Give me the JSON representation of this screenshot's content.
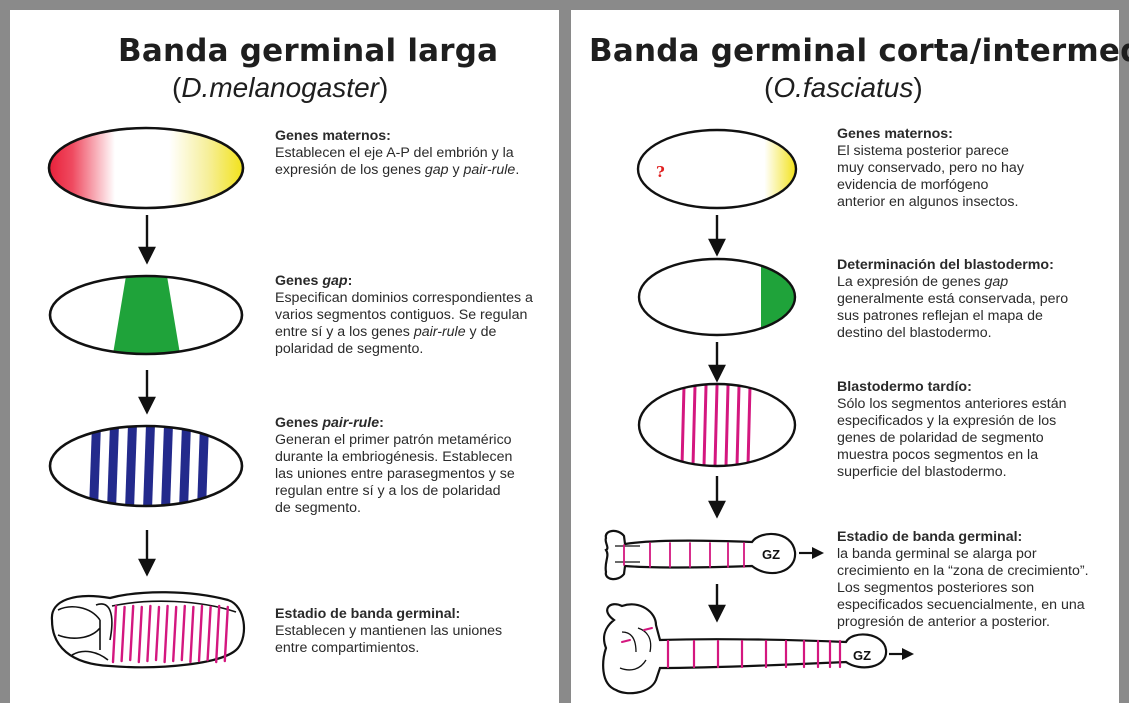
{
  "left": {
    "title": "Banda germinal larga",
    "subtitle": {
      "open": "(",
      "species": "D.melanogaster",
      "close": ")"
    },
    "stages": [
      {
        "head": "Genes maternos:",
        "body": "Establecen el eje A-P del embrión y la expresión de los genes <i>gap</i> y <i>pair-rule</i>."
      },
      {
        "head": "Genes <i>gap</i>:",
        "body": "Especifican dominios correspondientes a varios segmentos contiguos. Se regulan entre sí y a los genes <i>pair-rule</i> y de polaridad de segmento."
      },
      {
        "head": "Genes <i>pair-rule</i>:",
        "body": "Generan el primer patrón metamérico durante la embriogénesis. Establecen las uniones entre parasegmentos y se regulan entre sí y a los de polaridad de segmento."
      },
      {
        "head": "Estadio de banda germinal:",
        "body": "Establecen y mantienen las uniones entre compartimientos."
      }
    ]
  },
  "right": {
    "title": "Banda germinal corta/intermedia",
    "subtitle": {
      "open": "(",
      "species": "O.fasciatus",
      "close": ")"
    },
    "stages": [
      {
        "head": "Genes maternos:",
        "body": "El sistema posterior parece muy conservado, pero no hay evidencia de morfógeno anterior en algunos insectos."
      },
      {
        "head": "Determinación del blastodermo:",
        "body": "La expresión de genes <i>gap</i> generalmente está conservada, pero sus patrones reflejan el mapa de destino del blastodermo."
      },
      {
        "head": "Blastodermo tardío:",
        "body": "Sólo los segmentos anteriores están especificados y la expresión de los genes de polaridad de segmento muestra pocos segmentos en la superficie del blastodermo."
      },
      {
        "head": "Estadio de banda germinal:",
        "body": "la banda germinal se alarga por crecimiento en la “zona de crecimiento”. Los segmentos posteriores son especificados secuencialmente, en una progresión de anterior a posterior."
      }
    ],
    "question_mark": "?",
    "growth_zone_label": "GZ"
  },
  "colors": {
    "maternal_anterior": "#e8213a",
    "maternal_posterior": "#f2e21a",
    "gap": "#1fa33a",
    "pair_rule": "#232a8c",
    "segment": "#d4177f",
    "frame": "#8a8a8a"
  }
}
